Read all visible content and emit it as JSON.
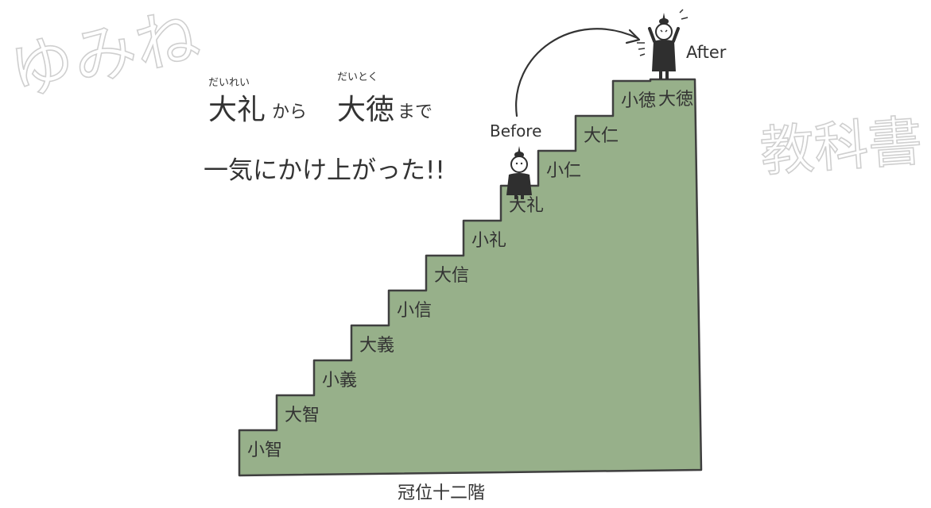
{
  "watermark": {
    "left": "ゆみね",
    "right": "教科書"
  },
  "headline": {
    "ruby_1": "だいれい",
    "word_1": "大礼",
    "particle_1": "から",
    "ruby_2": "だいとく",
    "word_2": "大徳",
    "particle_2": "まで",
    "line_2": "一気にかけ上がった!!"
  },
  "before_label": "Before",
  "after_label": "After",
  "caption": "冠位十二階",
  "ranks": [
    "小智",
    "大智",
    "小義",
    "大義",
    "小信",
    "大信",
    "小礼",
    "大礼",
    "小仁",
    "大仁",
    "小徳",
    "大徳"
  ],
  "colors": {
    "stairs_fill": "#97b08a",
    "stairs_stroke": "#3f3f3f",
    "ink": "#333333",
    "watermark": "#d6d6d6",
    "figure_body": "#2f2f2f",
    "figure_face": "#ffffff"
  }
}
